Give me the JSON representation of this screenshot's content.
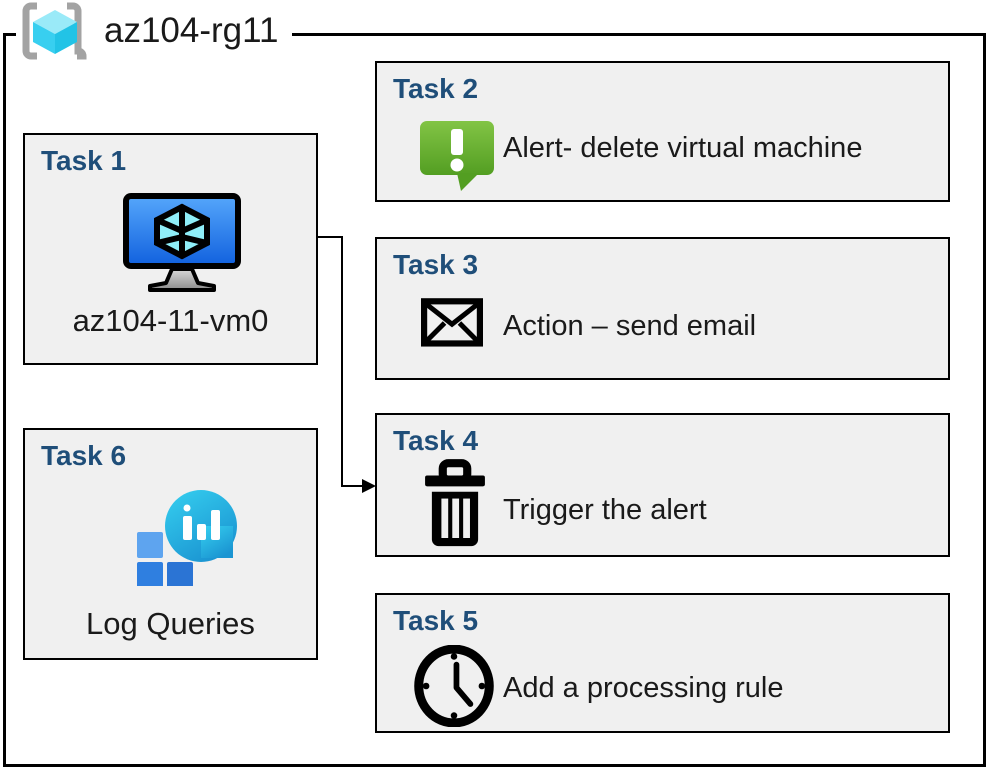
{
  "title": "az104-rg11",
  "tasks": [
    {
      "id": "task1",
      "label": "Task 1",
      "caption": "az104-11-vm0",
      "icon": "virtual-machine-icon"
    },
    {
      "id": "task2",
      "label": "Task 2",
      "caption": "Alert- delete virtual machine",
      "icon": "alert-icon"
    },
    {
      "id": "task3",
      "label": "Task 3",
      "caption": "Action – send email",
      "icon": "email-icon"
    },
    {
      "id": "task4",
      "label": "Task 4",
      "caption": "Trigger the alert",
      "icon": "trash-icon"
    },
    {
      "id": "task5",
      "label": "Task 5",
      "caption": "Add a processing rule",
      "icon": "clock-icon"
    },
    {
      "id": "task6",
      "label": "Task 6",
      "caption": "Log Queries",
      "icon": "log-analytics-icon"
    }
  ],
  "connector": {
    "from": "task1",
    "to": "task4"
  },
  "colors": {
    "box_fill": "#f0f0f0",
    "box_border": "#000000",
    "heading_blue": "#1f4e79",
    "text": "#1a1a1a",
    "alert_green": "#6cb33f",
    "azure_blue": "#2e7ad6",
    "cube_cyan": "#38cff0",
    "bracket_gray": "#a3a3a3"
  }
}
